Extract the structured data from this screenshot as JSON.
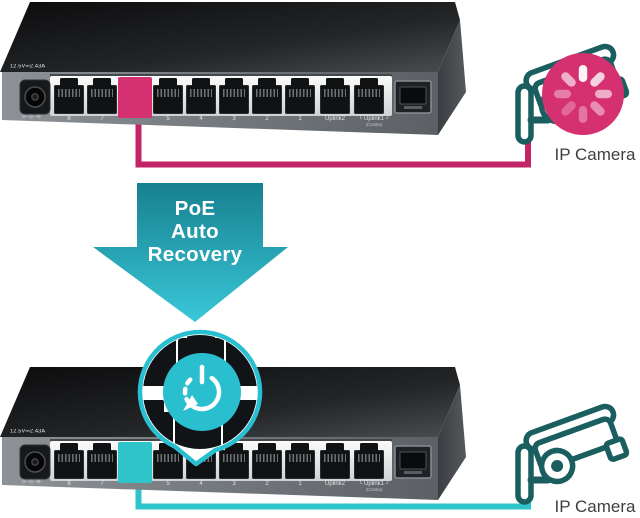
{
  "diagram_title": "PoE Auto Recovery",
  "colors": {
    "pink_accent": "#d5306f",
    "pink_cable": "#c22465",
    "teal_accent": "#2fc4ca",
    "teal_cable": "#2fc4ca",
    "camera_outline": "#1b5e60",
    "arrow_gradient_top": "#17808f",
    "arrow_gradient_bottom": "#39c7d8",
    "bubble_ring": "#2abfd0",
    "bubble_button": "#29bfce"
  },
  "arrow": {
    "lines": [
      "PoE",
      "Auto",
      "Recovery"
    ]
  },
  "switch": {
    "power_label": "12.5V⎓2.43A",
    "polarity_icon": "⊖─◎─⊕",
    "port_labels": [
      "8",
      "7",
      "",
      "5",
      "4",
      "3",
      "2",
      "1"
    ],
    "highlighted_port_index": 2,
    "uplink2_label": "Uplink2",
    "uplink1_bracket_left": "└",
    "uplink1_label": "Uplink1",
    "uplink1_bracket_right": "┘",
    "combo_label": "(Combo)"
  },
  "top_scene": {
    "camera_label": "IP Camera",
    "camera_status_icon": "loading-spinner-icon"
  },
  "bottom_scene": {
    "camera_label": "IP Camera",
    "bubble_icon": "power-restart-icon"
  }
}
